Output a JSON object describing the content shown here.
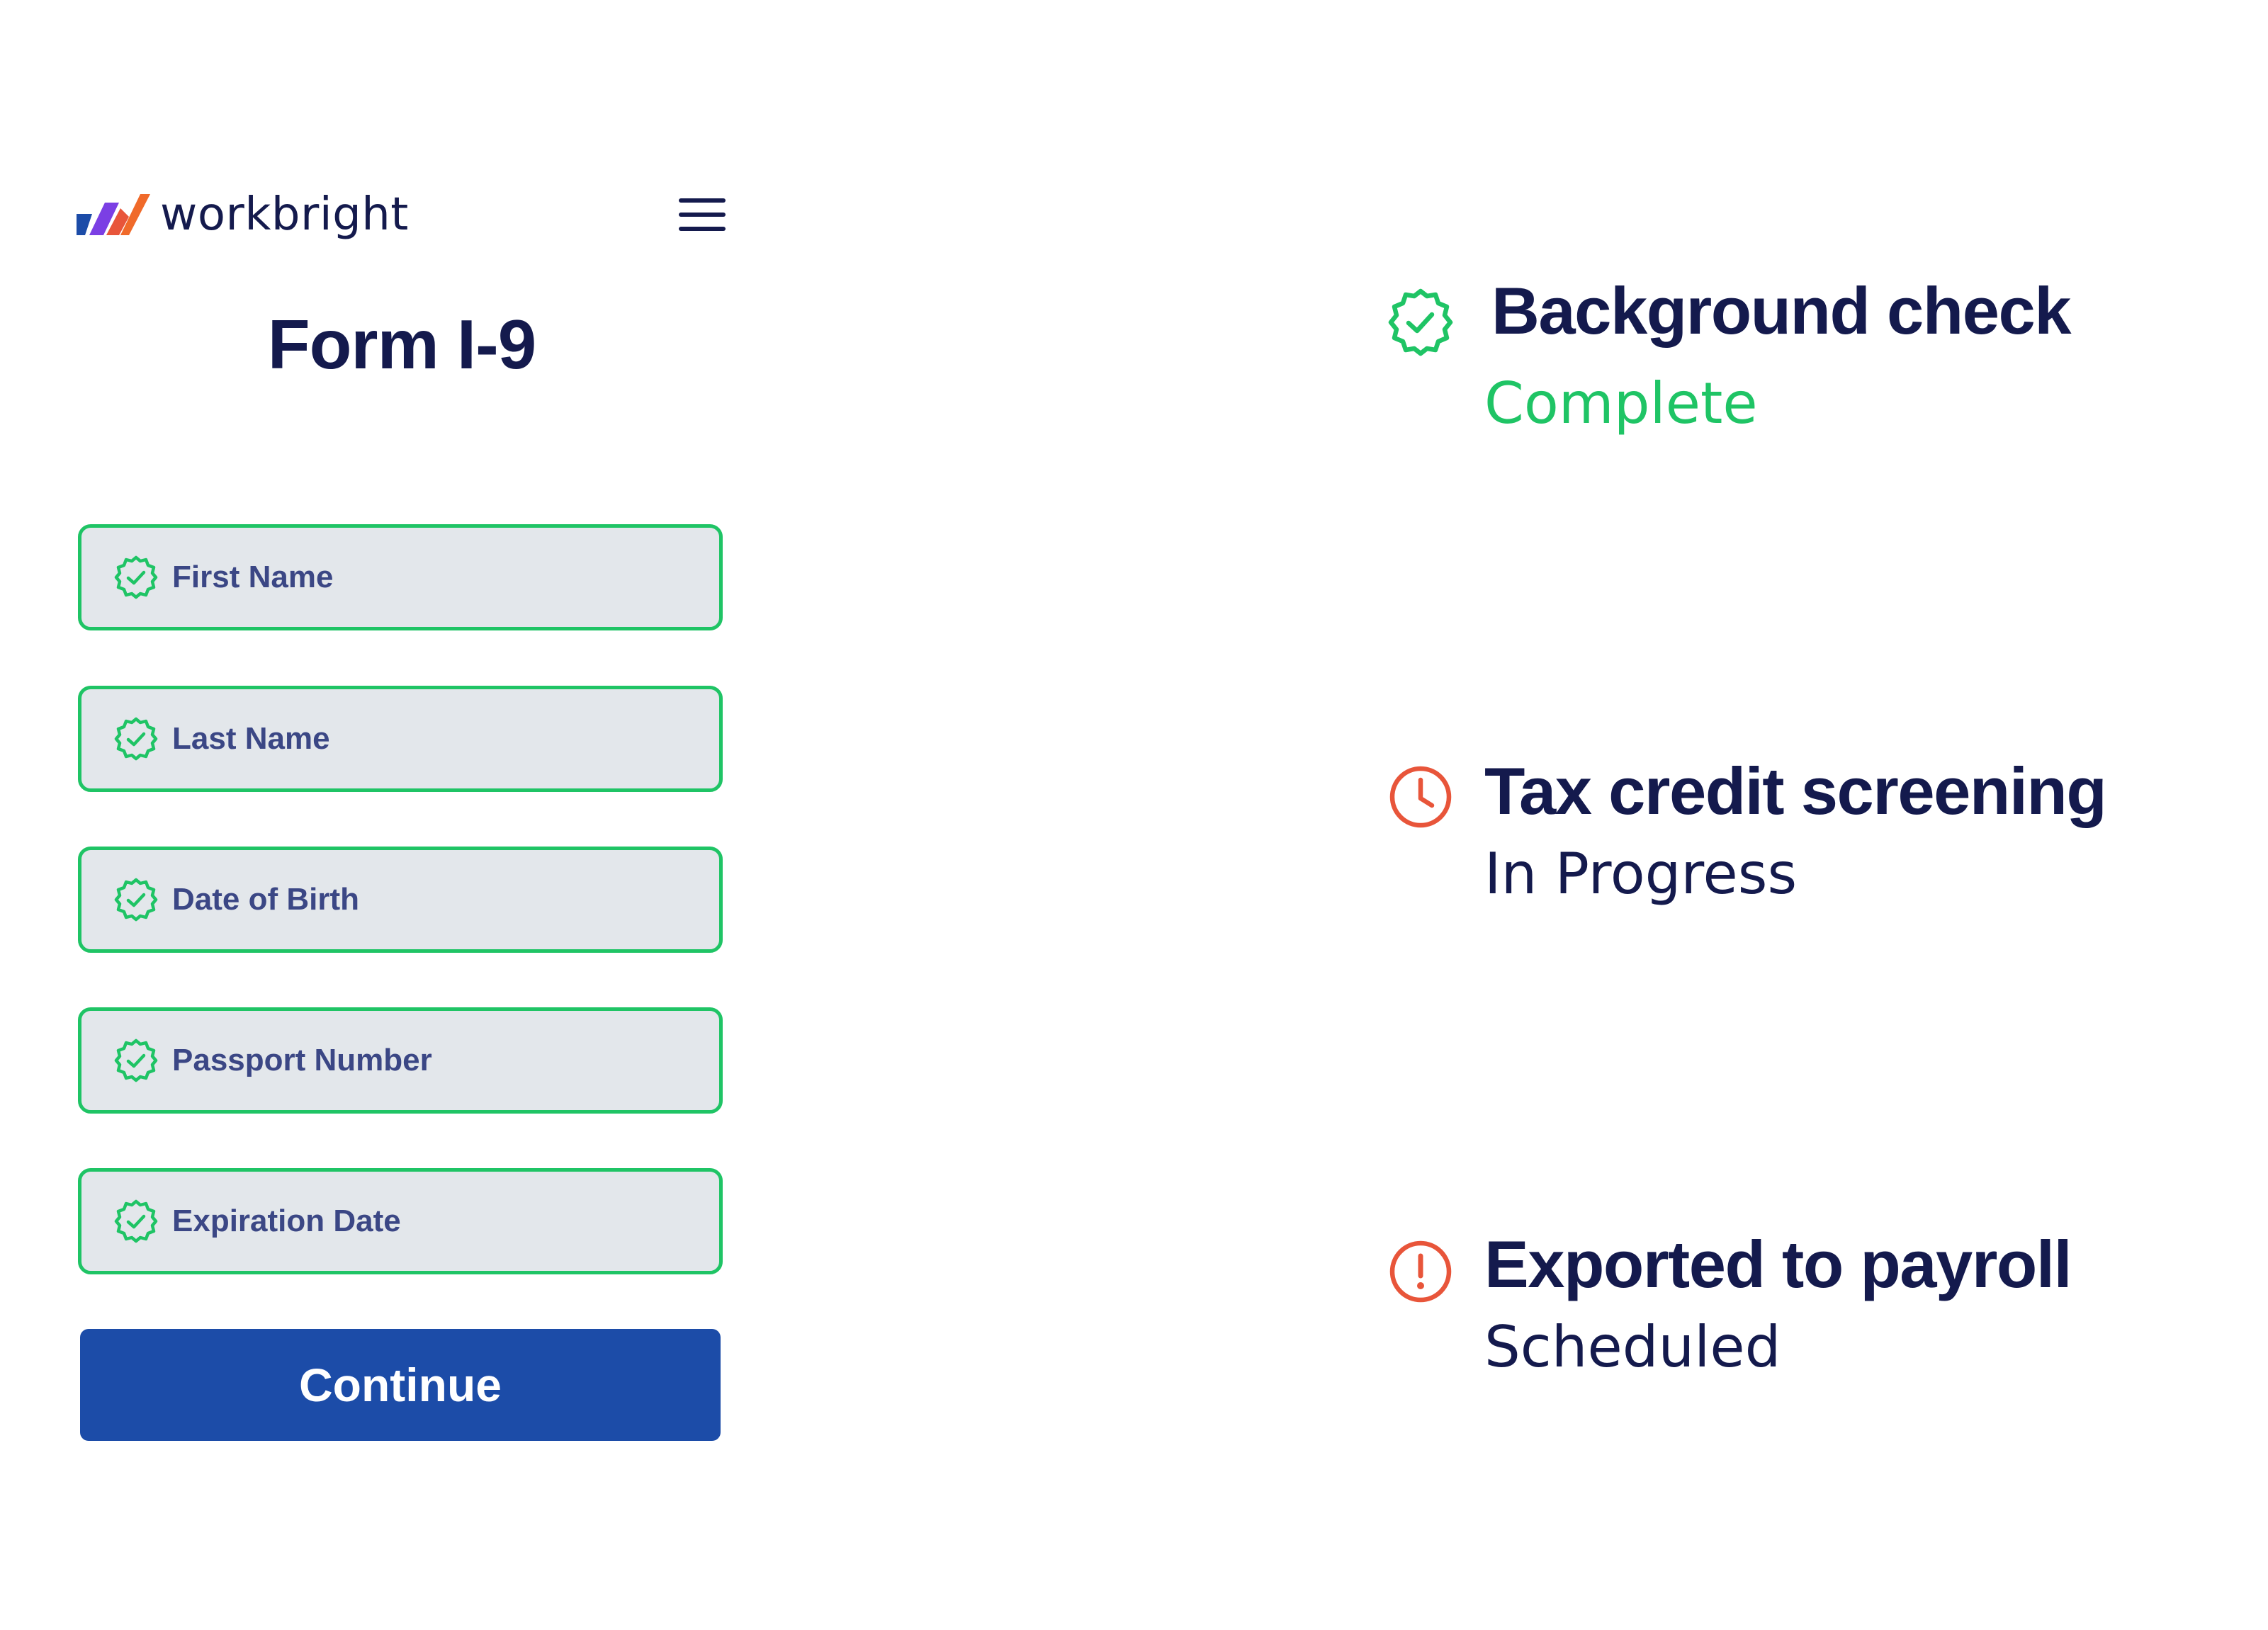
{
  "header": {
    "brand": "workbright",
    "brand_colors": [
      "#1c4ca8",
      "#7b3fe4",
      "#e8553a",
      "#f06a2a"
    ],
    "menu_icon": "hamburger-icon"
  },
  "form": {
    "title": "Form I-9",
    "fields": [
      {
        "label": "First Name",
        "status": "valid"
      },
      {
        "label": "Last Name",
        "status": "valid"
      },
      {
        "label": "Date of Birth",
        "status": "valid"
      },
      {
        "label": "Passport Number",
        "status": "valid"
      },
      {
        "label": "Expiration Date",
        "status": "valid"
      }
    ],
    "continue_label": "Continue",
    "colors": {
      "valid_border": "#1fc465",
      "field_bg": "#e3e7eb",
      "button_bg": "#1c4ca8"
    }
  },
  "statuses": [
    {
      "title": "Background check",
      "state": "Complete",
      "icon": "badge-check-icon",
      "color": "#1fc465"
    },
    {
      "title": "Tax credit screening",
      "state": "In Progress",
      "icon": "clock-icon",
      "color": "#e8553a"
    },
    {
      "title": "Exported to payroll",
      "state": "Scheduled",
      "icon": "alert-circle-icon",
      "color": "#e8553a"
    }
  ]
}
